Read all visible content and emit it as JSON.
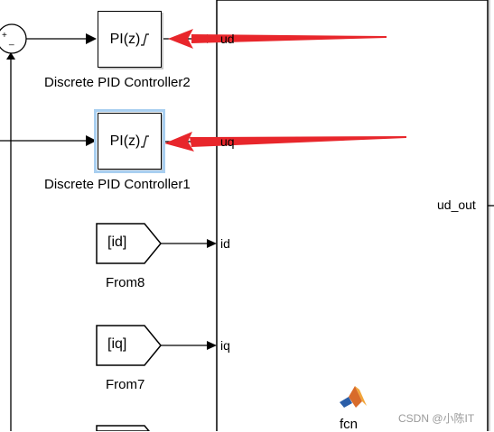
{
  "blocks": {
    "pid2": {
      "content": "PI(z)",
      "name": "Discrete PID Controller2"
    },
    "pid1": {
      "content": "PI(z)",
      "name": "Discrete PID Controller1"
    },
    "from8": {
      "content": "[id]",
      "name": "From8"
    },
    "from7": {
      "content": "[iq]",
      "name": "From7"
    },
    "fcn": {
      "name": "fcn"
    }
  },
  "fcn_ports": {
    "inputs": [
      "ud",
      "uq",
      "id",
      "iq"
    ],
    "output": "ud_out"
  },
  "sum_signs": {
    "plus": "+",
    "minus": "_"
  },
  "icon": "matlab-logo-icon",
  "arrow_color": "#e8262b",
  "watermark": "CSDN @小陈IT"
}
